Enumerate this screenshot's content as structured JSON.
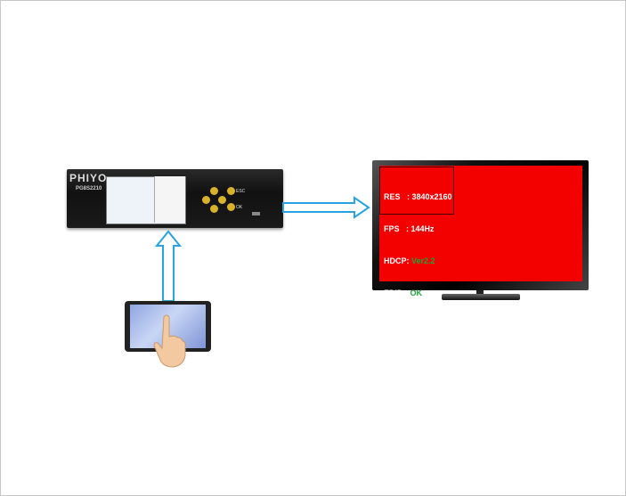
{
  "device": {
    "brand": "PHIYO",
    "model": "PG8S2210",
    "buttons": {
      "esc": "ESC",
      "ok": "OK"
    }
  },
  "tv": {
    "osd": [
      {
        "label": "RES",
        "sep": "   : ",
        "value": "3840x2160",
        "value_color": "#ffffff"
      },
      {
        "label": "FPS",
        "sep": "   : ",
        "value": "144Hz",
        "value_color": "#ffffff"
      },
      {
        "label": "HDCP",
        "sep": ": ",
        "value": "Ver2.2",
        "value_color": "#1fa33a"
      },
      {
        "label": "EDID",
        "sep": " : ",
        "value": "OK",
        "value_color": "#1fa33a"
      }
    ],
    "screen_color": "#f30000"
  },
  "arrow_color": "#29a3e0",
  "icons": {
    "tablet": "touch-tablet-icon",
    "hand": "pointing-hand-icon"
  }
}
